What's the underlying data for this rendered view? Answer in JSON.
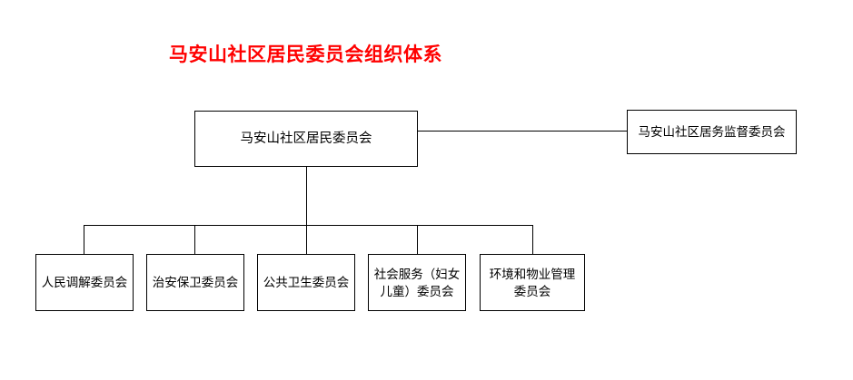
{
  "chart_data": {
    "type": "diagram",
    "title": "马安山社区居民委员会组织体系",
    "diagram_kind": "organization-chart",
    "nodes": [
      {
        "id": "root",
        "label": "马安山社区居民委员会",
        "level": 0
      },
      {
        "id": "supervisor",
        "label": "马安山社区居务监督委员会",
        "level": 0
      },
      {
        "id": "child1",
        "label": "人民调解委员会",
        "level": 1
      },
      {
        "id": "child2",
        "label": "治安保卫委员会",
        "level": 1
      },
      {
        "id": "child3",
        "label": "公共卫生委员会",
        "level": 1
      },
      {
        "id": "child4",
        "label": "社会服务（妇女儿童）委员会",
        "level": 1
      },
      {
        "id": "child5",
        "label": "环境和物业管理委员会",
        "level": 1
      }
    ],
    "edges": [
      {
        "from": "root",
        "to": "supervisor",
        "style": "horizontal-sibling"
      },
      {
        "from": "root",
        "to": "child1",
        "style": "orthogonal"
      },
      {
        "from": "root",
        "to": "child2",
        "style": "orthogonal"
      },
      {
        "from": "root",
        "to": "child3",
        "style": "orthogonal"
      },
      {
        "from": "root",
        "to": "child4",
        "style": "orthogonal"
      },
      {
        "from": "root",
        "to": "child5",
        "style": "orthogonal"
      }
    ],
    "colors": {
      "title": "#FF0000",
      "box_border": "#000000",
      "box_fill": "#FFFFFF",
      "text": "#000000"
    }
  },
  "title": {
    "text": "马安山社区居民委员会组织体系",
    "color": "#FF0000"
  },
  "root": {
    "label": "马安山社区居民委员会"
  },
  "supervisor": {
    "label": "马安山社区居务监督委员会"
  },
  "children": [
    {
      "label": "人民调解委员会"
    },
    {
      "label": "治安保卫委员会"
    },
    {
      "label": "公共卫生委员会"
    },
    {
      "label": "社会服务（妇女儿童）委员会"
    },
    {
      "label": "环境和物业管理委员会"
    }
  ]
}
